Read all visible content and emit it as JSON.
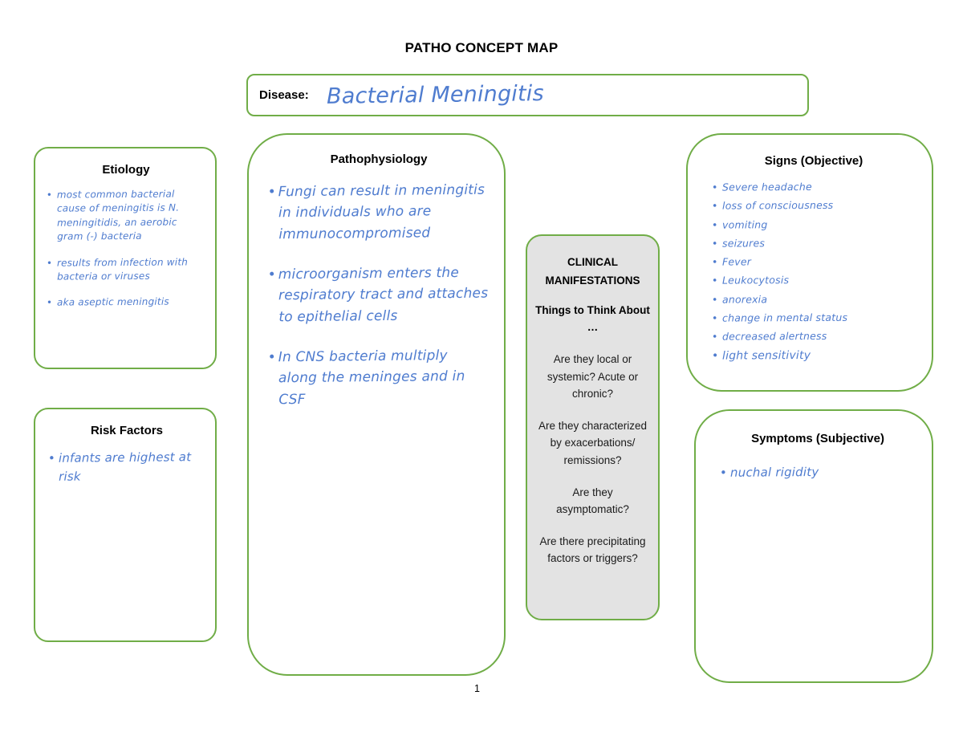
{
  "page": {
    "title": "PATHO CONCEPT MAP",
    "page_number": "1"
  },
  "disease": {
    "label": "Disease:",
    "value": "Bacterial Meningitis"
  },
  "etiology": {
    "title": "Etiology",
    "items": [
      "most common bacterial cause of meningitis is N. meningitidis, an aerobic gram (-) bacteria",
      "results from infection with bacteria or viruses",
      "aka aseptic meningitis"
    ]
  },
  "risk_factors": {
    "title": "Risk Factors",
    "items": [
      "infants are highest at risk"
    ]
  },
  "pathophysiology": {
    "title": "Pathophysiology",
    "items": [
      "Fungi can result in meningitis in individuals who are immunocompromised",
      "microorganism enters the respiratory tract and attaches to epithelial cells",
      "In CNS bacteria multiply along the meninges and in CSF"
    ]
  },
  "clinical_manifestations": {
    "title": "CLINICAL MANIFESTATIONS",
    "subtitle": "Things to Think About …",
    "questions": [
      "Are they local or systemic? Acute or chronic?",
      "Are they characterized by exacerbations/ remissions?",
      "Are they asymptomatic?",
      "Are there precipitating factors or triggers?"
    ]
  },
  "signs": {
    "title": "Signs (Objective)",
    "items": [
      "Severe headache",
      "loss of consciousness",
      "vomiting",
      "seizures",
      "Fever",
      "Leukocytosis",
      "anorexia",
      "change in mental status",
      "decreased alertness",
      "light sensitivity"
    ]
  },
  "symptoms": {
    "title": "Symptoms (Subjective)",
    "items": [
      "nuchal rigidity"
    ]
  },
  "colors": {
    "border_green": "#70ad47",
    "handwriting_blue": "#4f7ccf",
    "panel_gray": "#e3e3e3"
  }
}
